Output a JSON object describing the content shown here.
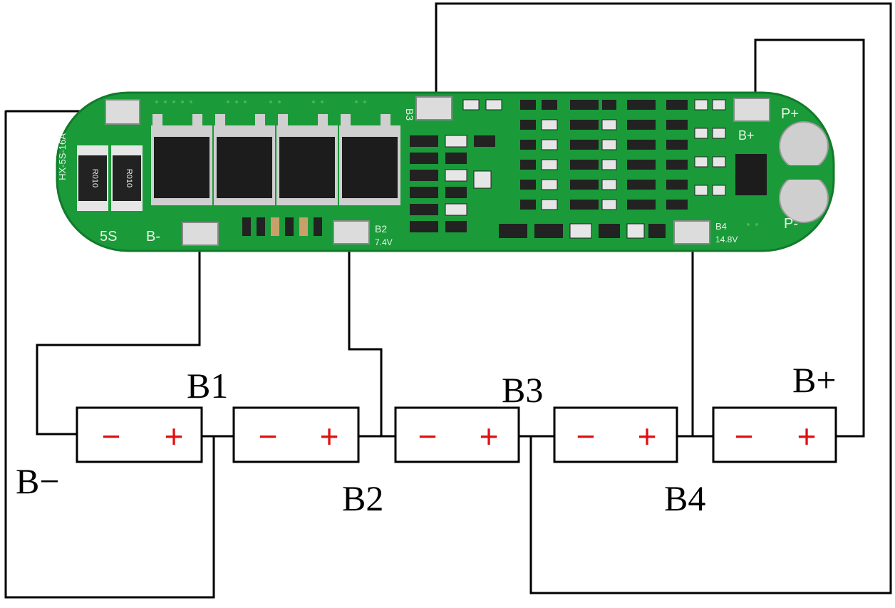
{
  "pcb": {
    "cell_count_label": "5S",
    "model_text": "HX-5S-16A",
    "resistor_marking": "R010",
    "pad_labels": {
      "b_minus": "B-",
      "b2": "B2",
      "b2_voltage": "7.4V",
      "b3": "B3",
      "b4": "B4",
      "b4_voltage": "14.8V",
      "b_plus": "B+",
      "p_plus": "P+",
      "p_minus": "P-"
    }
  },
  "cells": [
    {
      "minus": "−",
      "plus": "+"
    },
    {
      "minus": "−",
      "plus": "+"
    },
    {
      "minus": "−",
      "plus": "+"
    },
    {
      "minus": "−",
      "plus": "+"
    },
    {
      "minus": "−",
      "plus": "+"
    }
  ],
  "node_labels": {
    "b_minus": "B−",
    "b1": "B1",
    "b2": "B2",
    "b3": "B3",
    "b4": "B4",
    "b_plus": "B+"
  },
  "colors": {
    "pcb_green": "#1b9a3a",
    "wire": "#000000",
    "polarity": "#e01010"
  }
}
